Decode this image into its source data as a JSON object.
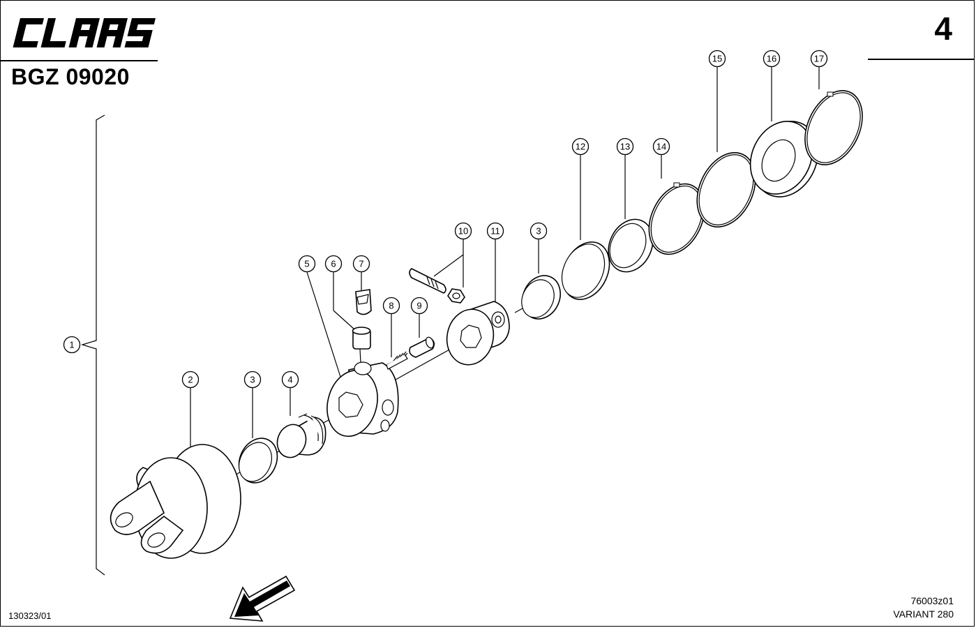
{
  "header": {
    "brand": "CLAAS",
    "page_number": "4",
    "doc_code": "BGZ 09020"
  },
  "callouts": [
    {
      "num": "1"
    },
    {
      "num": "2"
    },
    {
      "num": "3"
    },
    {
      "num": "4"
    },
    {
      "num": "5"
    },
    {
      "num": "6"
    },
    {
      "num": "7"
    },
    {
      "num": "8"
    },
    {
      "num": "9"
    },
    {
      "num": "10"
    },
    {
      "num": "11"
    },
    {
      "num": "3"
    },
    {
      "num": "12"
    },
    {
      "num": "13"
    },
    {
      "num": "14"
    },
    {
      "num": "15"
    },
    {
      "num": "16"
    },
    {
      "num": "17"
    }
  ],
  "footer": {
    "left_code": "130323/01",
    "drawing_code": "76003z01",
    "variant": "VARIANT 280"
  },
  "icons": {
    "logo": "claas-logo-icon",
    "direction": "arrow-down-left-icon"
  }
}
